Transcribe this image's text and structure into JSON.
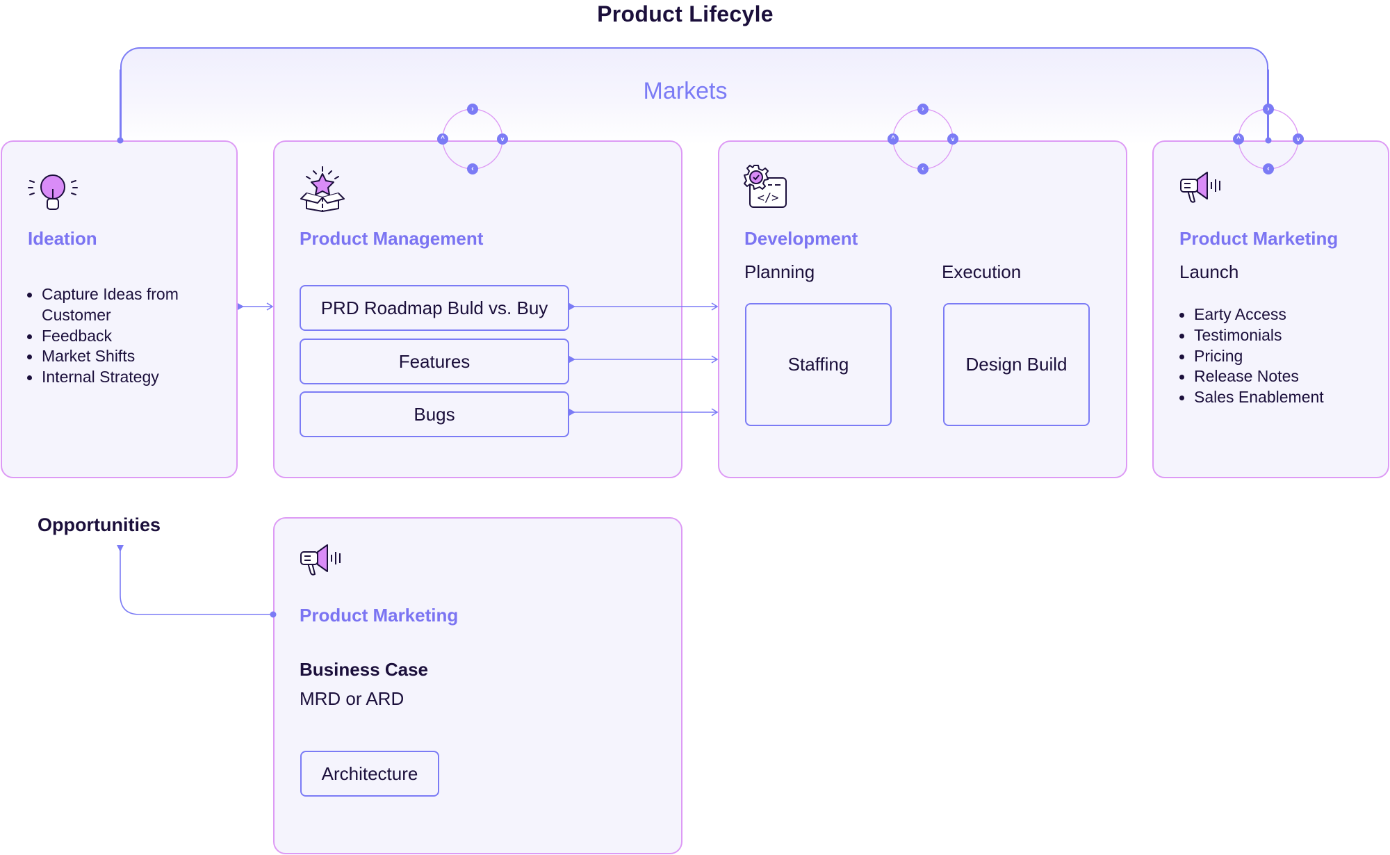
{
  "title": "Product Lifecyle",
  "markets": {
    "label": "Markets"
  },
  "colors": {
    "accent": "#7b7bf5",
    "card_border": "#dd9af5",
    "card_fill": "#f5f4fd",
    "icon_fill": "#d98cf7",
    "text": "#1b0f3b"
  },
  "cards": {
    "ideation": {
      "icon": "lightbulb-icon",
      "title": "Ideation",
      "bullets": [
        "Capture Ideas from Customer",
        "Feedback",
        "Market Shifts",
        "Internal Strategy"
      ]
    },
    "product_management": {
      "icon": "open-box-star-icon",
      "title": "Product Management",
      "items": [
        "PRD Roadmap Buld vs. Buy",
        "Features",
        "Bugs"
      ]
    },
    "development": {
      "icon": "gear-code-window-icon",
      "title": "Development",
      "columns": [
        {
          "heading": "Planning",
          "box": "Staffing"
        },
        {
          "heading": "Execution",
          "box": "Design Build"
        }
      ]
    },
    "product_marketing_launch": {
      "icon": "megaphone-icon",
      "title": "Product Marketing",
      "subtitle": "Launch",
      "bullets": [
        "Earty Access",
        "Testimonials",
        "Pricing",
        "Release Notes",
        "Sales Enablement"
      ]
    },
    "product_marketing_business": {
      "icon": "megaphone-icon",
      "title": "Product Marketing",
      "subtitle": "Business Case",
      "detail": "MRD or ARD",
      "box": "Architecture"
    }
  },
  "opportunities": {
    "label": "Opportunities"
  },
  "cycle_connectors": [
    {
      "name": "cycle-pm-dev",
      "icons": [
        "chevron-right-icon",
        "chevron-up-icon",
        "chevron-down-icon",
        "chevron-left-icon"
      ]
    },
    {
      "name": "cycle-dev-mkt",
      "icons": [
        "chevron-right-icon",
        "chevron-up-icon",
        "chevron-down-icon",
        "chevron-left-icon"
      ]
    },
    {
      "name": "cycle-mkt-markets",
      "icons": [
        "chevron-right-icon",
        "chevron-up-icon",
        "chevron-down-icon",
        "chevron-left-icon"
      ]
    }
  ]
}
